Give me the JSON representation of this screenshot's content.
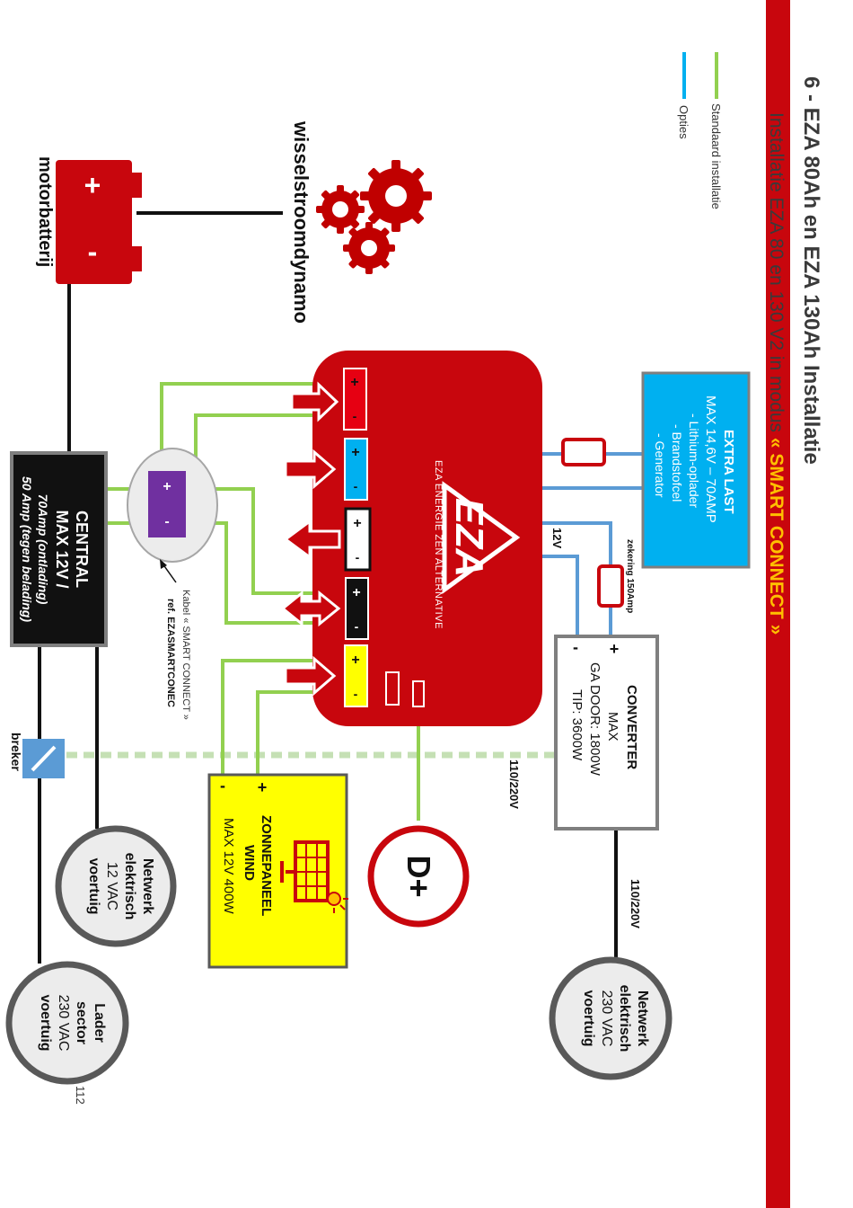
{
  "header": {
    "title": "6  - EZA 80Ah en EZA 130Ah Installatie",
    "subtitle_prefix": "Installatie EZA 80 en 130 V2 in modus ",
    "subtitle_mode": "« SMART CONNECT »"
  },
  "legend": {
    "standard": "Standaard installatie",
    "options": "Opties"
  },
  "colors": {
    "brand_red": "#c8060d",
    "wire_green": "#92d050",
    "wire_blue": "#5b9bd5",
    "option_blue": "#00b0f0",
    "solar_yellow": "#ffff00",
    "smart_purple": "#7030a0"
  },
  "alternator": {
    "label": "wisselstroomdynamo",
    "icon": "gears-icon"
  },
  "engine_battery": {
    "label": "motorbatterij",
    "icon": "battery-icon",
    "plus": "+",
    "minus": "-"
  },
  "central": {
    "lines": [
      "CENTRAL",
      "MAX 12V /",
      "70Amp (ontlading)",
      "50 Amp (tegen belading)"
    ]
  },
  "smart_connector": {
    "plus": "+",
    "minus": "-"
  },
  "cable_note": {
    "line1": "Kabel  « SMART CONNECT »",
    "line2": "ref. EZASMARTCONEC"
  },
  "eza_unit": {
    "logo": "EZA",
    "caption": "EZA ENERGIE ZEN ALTERNATIVE",
    "voltage": "12V",
    "terminal_plus": "+",
    "terminal_minus": "-"
  },
  "extra_load": {
    "lines": [
      "EXTRA LAST",
      "MAX 14,6V – 70AMP",
      "- Lithium-oplader",
      "- Brandstofcel",
      "- Generator"
    ]
  },
  "fuse_label": "zekering 150Amp",
  "converter": {
    "lines": [
      "CONVERTER",
      "MAX",
      "GA DOOR: 1800W",
      "TIP: 3600W"
    ],
    "plus": "+",
    "minus": "-"
  },
  "voltage_labels": {
    "converter_input": "110/220V",
    "converter_output": "110/220V"
  },
  "breaker": {
    "label": "breker"
  },
  "solar": {
    "lines": [
      "ZONNEPANEEL",
      "WIND",
      "MAX 12V 400W"
    ],
    "plus": "+",
    "minus": "-",
    "icon": "solar-panel-icon"
  },
  "dplus": {
    "label": "D+"
  },
  "network_vehicle_12v": {
    "lines": [
      "Netwerk",
      "elektrisch",
      "12 VAC",
      "voertuig"
    ]
  },
  "charger_sector": {
    "lines": [
      "Lader",
      "sector",
      "230 VAC",
      "voertuig"
    ]
  },
  "network_vehicle_230v": {
    "lines": [
      "Netwerk",
      "elektrisch",
      "230 VAC",
      "voertuig"
    ]
  },
  "page_number": "112"
}
